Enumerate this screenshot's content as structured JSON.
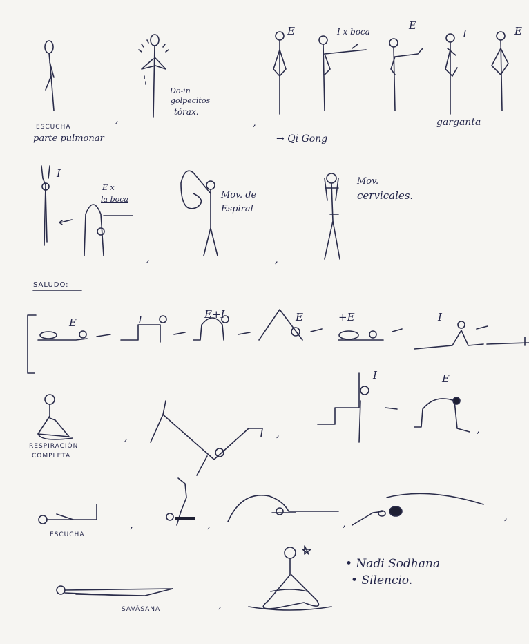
{
  "notes": {
    "escucha_1": "ESCUCHA",
    "parte_pulmonar": "parte pulmonar",
    "do_in_line1": "Do-in",
    "do_in_line2": "golpecitos",
    "do_in_line3": "tórax.",
    "i_x_boca_top": "I x boca",
    "qigong": "→ Qi Gong",
    "garganta": "garganta",
    "e_x_line1": "E x",
    "e_x_line2": "la boca",
    "mov_espiral_line1": "Mov. de",
    "mov_espiral_line2": "Espiral",
    "mov_cervicales_line1": "Mov.",
    "mov_cervicales_line2": "cervicales.",
    "saludo": "SALUDO:",
    "respiracion_line1": "RESPIRACIÓN",
    "respiracion_line2": "COMPLETA",
    "escucha_2": "ESCUCHA",
    "savasana": "SAVÂSANA",
    "list_item_1": "• Nadi Sodhana",
    "list_item_2": "• Silencio."
  },
  "marks": {
    "e": "E",
    "i": "I",
    "e_plus_i": "E+I",
    "plus_e": "+E",
    "comma": ","
  }
}
